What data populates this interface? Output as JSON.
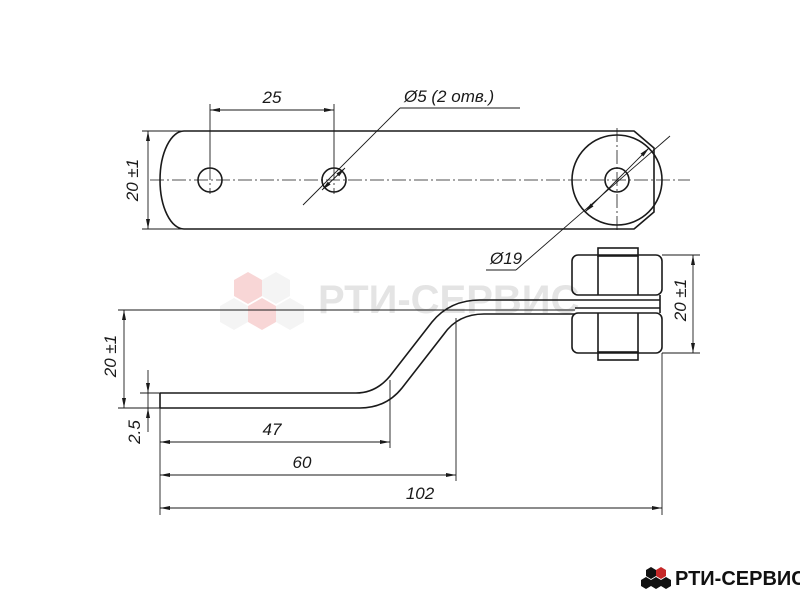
{
  "dimensions": {
    "hole_spacing": "25",
    "hole_diameter": "Ø5 (2 отв.)",
    "width_top": "20 ±1",
    "roller_diameter": "Ø19",
    "height_side": "20 ±1",
    "height_right": "20 ±1",
    "thickness": "2.5",
    "len_47": "47",
    "len_60": "60",
    "len_102": "102"
  },
  "watermark": {
    "text": "РТИ-СЕРВИС"
  },
  "logo": {
    "text": "РТИ-СЕРВИС"
  },
  "colors": {
    "line": "#1a1a1a",
    "watermark": "#d9d9d9",
    "watermark_accent": "#f0a0a0",
    "logo": "#111111"
  }
}
